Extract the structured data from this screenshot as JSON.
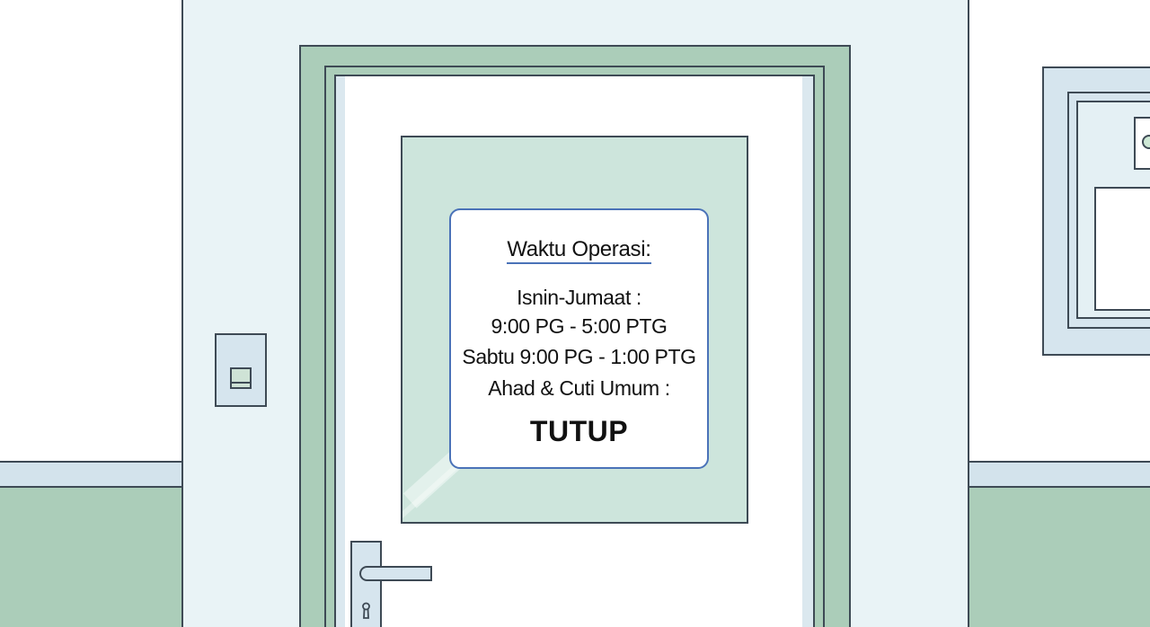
{
  "scene": {
    "description": "Door with operating hours sign",
    "colors": {
      "wall_panel": "#e9f3f6",
      "frame_green": "#abcdb9",
      "window_glass": "#cde5dc",
      "sign_border": "#4a72b8",
      "outline": "#3e4a55",
      "wainscot": "#abcdb9",
      "rail": "#d3e3ec"
    }
  },
  "sign": {
    "title": "Waktu Operasi:",
    "lines": [
      "Isnin-Jumaat :",
      "9:00 PG - 5:00 PTG",
      "Sabtu 9:00 PG - 1:00 PTG",
      "Ahad & Cuti Umum :"
    ],
    "status": "TUTUP"
  },
  "icons": {
    "light_switch": "light-switch-icon",
    "door_handle": "door-handle-icon",
    "keyhole": "keyhole-icon",
    "notice_board": "notice-board-icon"
  }
}
